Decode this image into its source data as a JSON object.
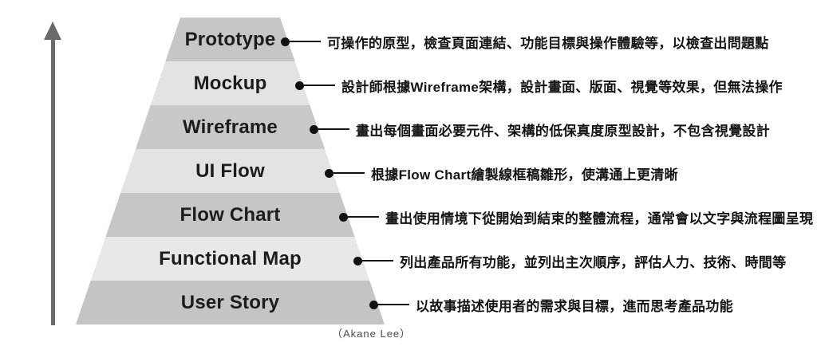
{
  "diagram": {
    "layers": [
      {
        "label": "Prototype",
        "description": "可操作的原型，檢查頁面連結、功能目標與操作體驗等，以檢查出問題點",
        "band_color": "#c6c6c6"
      },
      {
        "label": "Mockup",
        "description": "設計師根據Wireframe架構，設計畫面、版面、視覺等效果，但無法操作",
        "band_color": "#e3e3e3"
      },
      {
        "label": "Wireframe",
        "description": "畫出每個畫面必要元件、架構的低保真度原型設計，不包含視覺設計",
        "band_color": "#c9c9c9"
      },
      {
        "label": "UI Flow",
        "description": "根據Flow Chart繪製線框稿雛形，使溝通上更清晰",
        "band_color": "#e3e3e3"
      },
      {
        "label": "Flow Chart",
        "description": "畫出使用情境下從開始到結束的整體流程，通常會以文字與流程圖呈現",
        "band_color": "#c6c6c6"
      },
      {
        "label": "Functional Map",
        "description": "列出產品所有功能，並列出主次順序，評估人力、技術、時間等",
        "band_color": "#e8e8e8"
      },
      {
        "label": "User Story",
        "description": "以故事描述使用者的需求與目標，進而思考產品功能",
        "band_color": "#c4c4c4"
      }
    ],
    "caption": "（Akane Lee）",
    "colors": {
      "arrow": "#6a6a6a",
      "connector": "#111111",
      "band_dark": "#c6c6c6",
      "band_light": "#e3e3e3"
    }
  }
}
